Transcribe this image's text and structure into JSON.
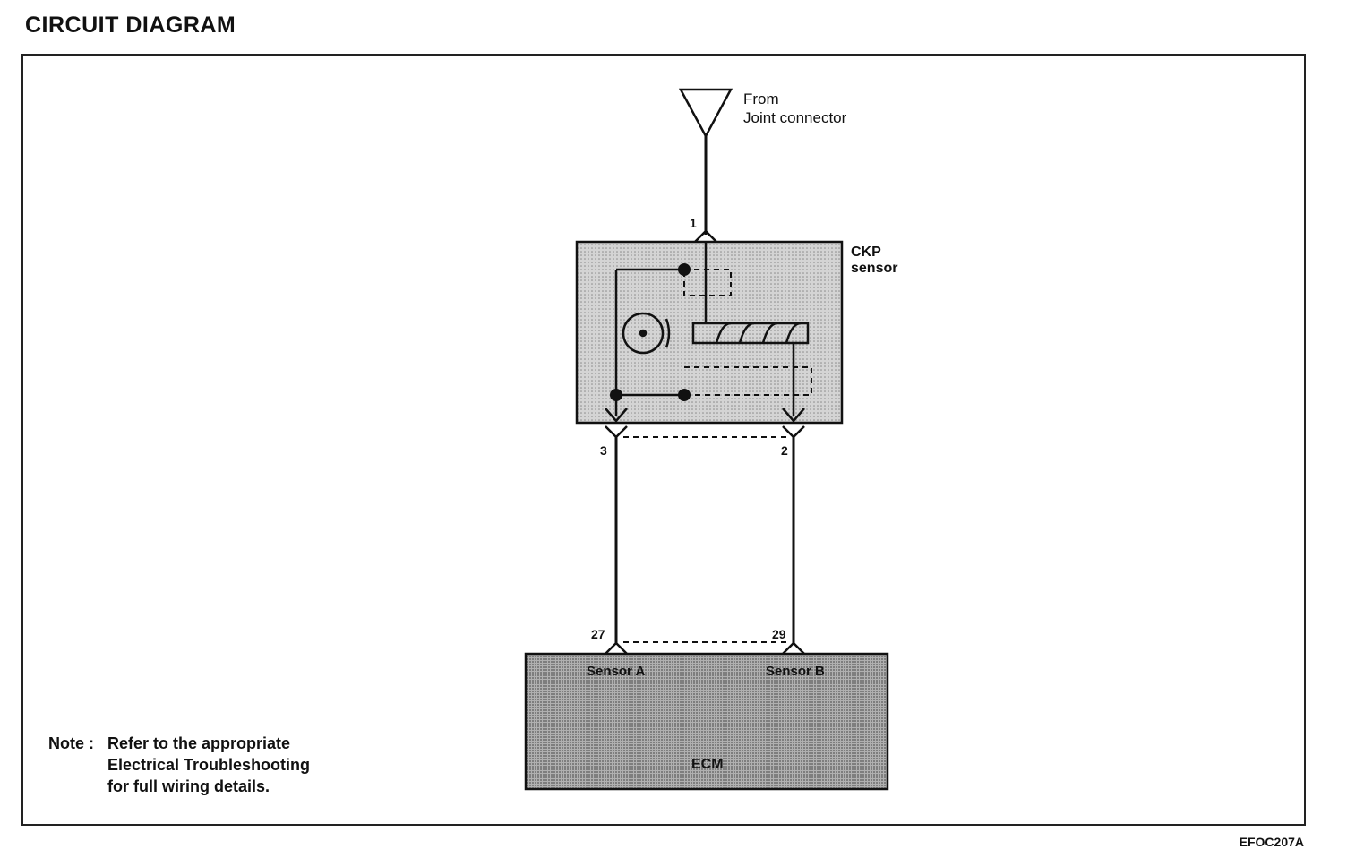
{
  "title": "CIRCUIT DIAGRAM",
  "figure_code": "EFOC207A",
  "source": {
    "line1": "From",
    "line2": "Joint connector"
  },
  "ckp_sensor": {
    "line1": "CKP",
    "line2": "sensor"
  },
  "pins": {
    "p1": "1",
    "p2": "2",
    "p3": "3",
    "p27": "27",
    "p29": "29"
  },
  "ecm": {
    "sensor_a": "Sensor A",
    "sensor_b": "Sensor B",
    "label": "ECM"
  },
  "note": {
    "prefix": "Note : ",
    "line1": "Refer to the appropriate",
    "line2": "Electrical Troubleshooting",
    "line3": "for full wiring details."
  },
  "colors": {
    "line": "#111111",
    "ckp_fill": "#cfcfcf",
    "ecm_fill": "#a9a9a9"
  }
}
